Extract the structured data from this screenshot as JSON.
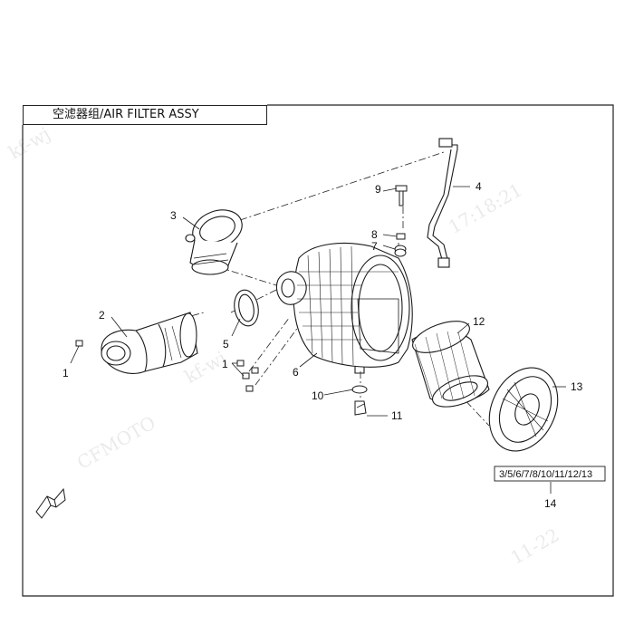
{
  "title": "空滤器组/AIR FILTER ASSY",
  "watermarks": [
    "kf-wj",
    "CFMOTO",
    "kf-wj",
    "17:18:21",
    "11-22"
  ],
  "callouts": {
    "c1a": "1",
    "c1b": "1",
    "c2": "2",
    "c3": "3",
    "c4": "4",
    "c5": "5",
    "c6": "6",
    "c7": "7",
    "c8": "8",
    "c9": "9",
    "c10": "10",
    "c11": "11",
    "c12": "12",
    "c13": "13",
    "c14": "14"
  },
  "kit_list": "3/5/6/7/8/10/11/12/13",
  "colors": {
    "line": "#1a1a1a",
    "frame": "#222222"
  }
}
